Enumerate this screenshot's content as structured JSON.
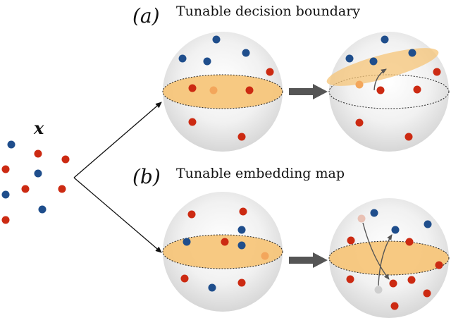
{
  "input_label": "x",
  "panel_a": {
    "tag": "(a)",
    "title": "Tunable decision boundary"
  },
  "panel_b": {
    "tag": "(b)",
    "title": "Tunable embedding map"
  },
  "colors": {
    "blue": "#1f4e8c",
    "red": "#cc2a12",
    "orange_disk": "#f6c477",
    "faded_orange": "#f3a65b",
    "faded_pink": "#e9c1b4",
    "faded_gray": "#cfcfcf",
    "arrow_gray": "#555555"
  }
}
